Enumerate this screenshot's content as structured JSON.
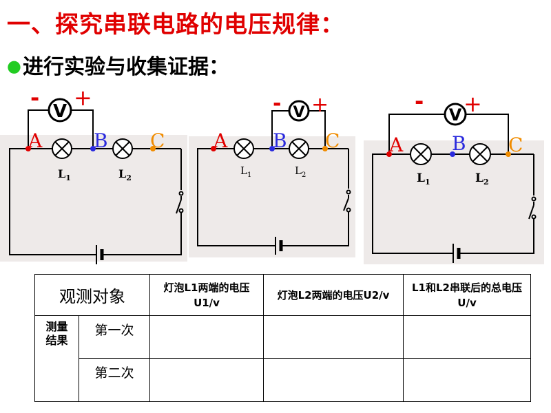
{
  "heading": "一、探究串联电路的电压规律：",
  "subheading": "进行实验与收集证据：",
  "circuits": [
    {
      "meter": "V",
      "minus": "-",
      "plus": "+",
      "point_a": "A",
      "point_b": "B",
      "point_c": "C",
      "lamp1": "L",
      "lamp1_sub": "1",
      "lamp2": "L",
      "lamp2_sub": "2"
    },
    {
      "meter": "V",
      "minus": "-",
      "plus": "+",
      "point_a": "A",
      "point_b": "B",
      "point_c": "C",
      "lamp1": "L",
      "lamp1_sub": "1",
      "lamp2": "L",
      "lamp2_sub": "2"
    },
    {
      "meter": "V",
      "minus": "-",
      "plus": "+",
      "point_a": "A",
      "point_b": "B",
      "point_c": "C",
      "lamp1": "L",
      "lamp1_sub": "1",
      "lamp2": "L",
      "lamp2_sub": "2"
    }
  ],
  "colors": {
    "title": "#e00000",
    "point_a": "#e00000",
    "point_b": "#2a2add",
    "point_c": "#f08c00",
    "panel": "#eeeae9",
    "bullet": "#22cc22"
  },
  "table": {
    "object_header": "观测对象",
    "columns": [
      "灯泡L1两端的电压U1/v",
      "灯泡L2两端的电压U2/v",
      "L1和L2串联后的总电压U/v"
    ],
    "result_label": "测量结果",
    "rows": [
      {
        "label": "第一次",
        "values": [
          "",
          "",
          ""
        ]
      },
      {
        "label": "第二次",
        "values": [
          "",
          "",
          ""
        ]
      }
    ]
  }
}
